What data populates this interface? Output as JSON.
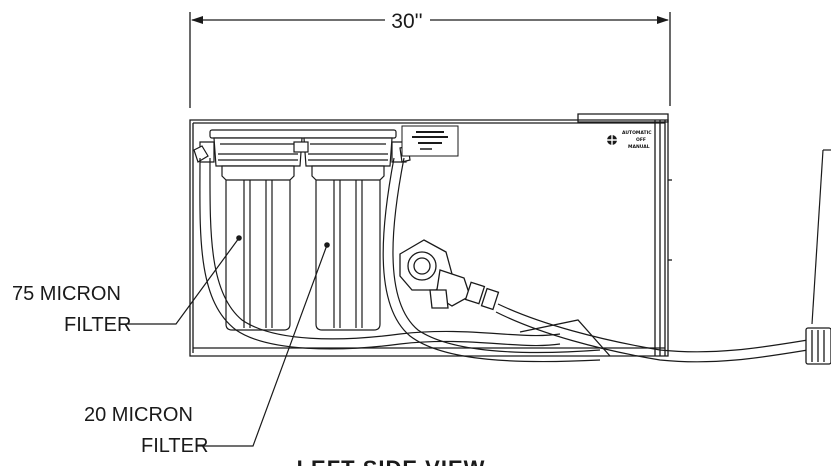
{
  "drawing": {
    "width_dimension": "30''",
    "callout_75_line1": "75 MICRON",
    "callout_75_line2": "FILTER",
    "callout_20_line1": "20 MICRON",
    "callout_20_line2": "FILTER",
    "view_title": "LEFT SIDE VIEW",
    "placard_line1": "AUTOMATIC",
    "placard_line2": "OFF",
    "placard_line3": "MANUAL"
  }
}
